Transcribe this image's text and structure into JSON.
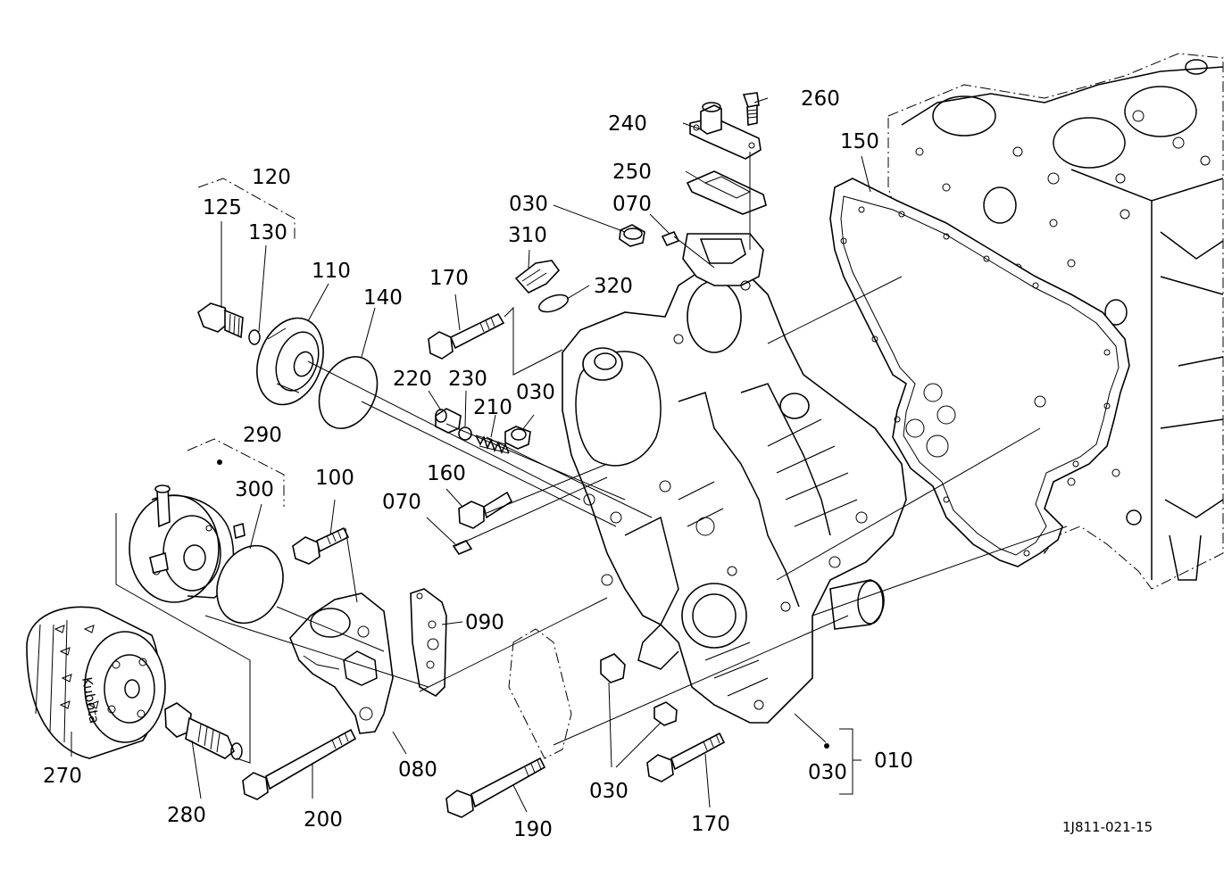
{
  "callouts": {
    "c010": "010",
    "c030a": "030",
    "c030b": "030",
    "c030c": "030",
    "c030d": "030",
    "c070a": "070",
    "c070b": "070",
    "c080": "080",
    "c090": "090",
    "c100": "100",
    "c110": "110",
    "c120": "120",
    "c125": "125",
    "c130": "130",
    "c140": "140",
    "c150": "150",
    "c160": "160",
    "c170a": "170",
    "c170b": "170",
    "c190": "190",
    "c200": "200",
    "c210": "210",
    "c220": "220",
    "c230": "230",
    "c240": "240",
    "c250": "250",
    "c260": "260",
    "c270": "270",
    "c280": "280",
    "c290": "290",
    "c300": "300",
    "c310": "310",
    "c320": "320"
  },
  "filter_brand": "Kubota",
  "drawing_code": "1J811-021-15"
}
